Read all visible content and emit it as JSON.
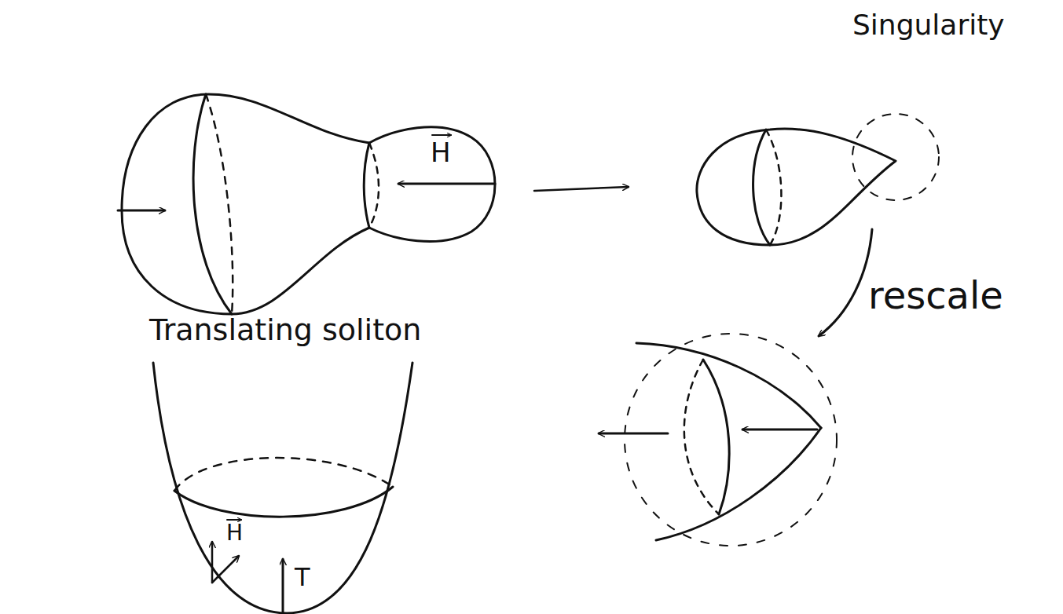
{
  "diagram": {
    "labels": [
      "H",
      "Singularity",
      "rescale",
      "Translating soliton",
      "H",
      "T"
    ]
  }
}
